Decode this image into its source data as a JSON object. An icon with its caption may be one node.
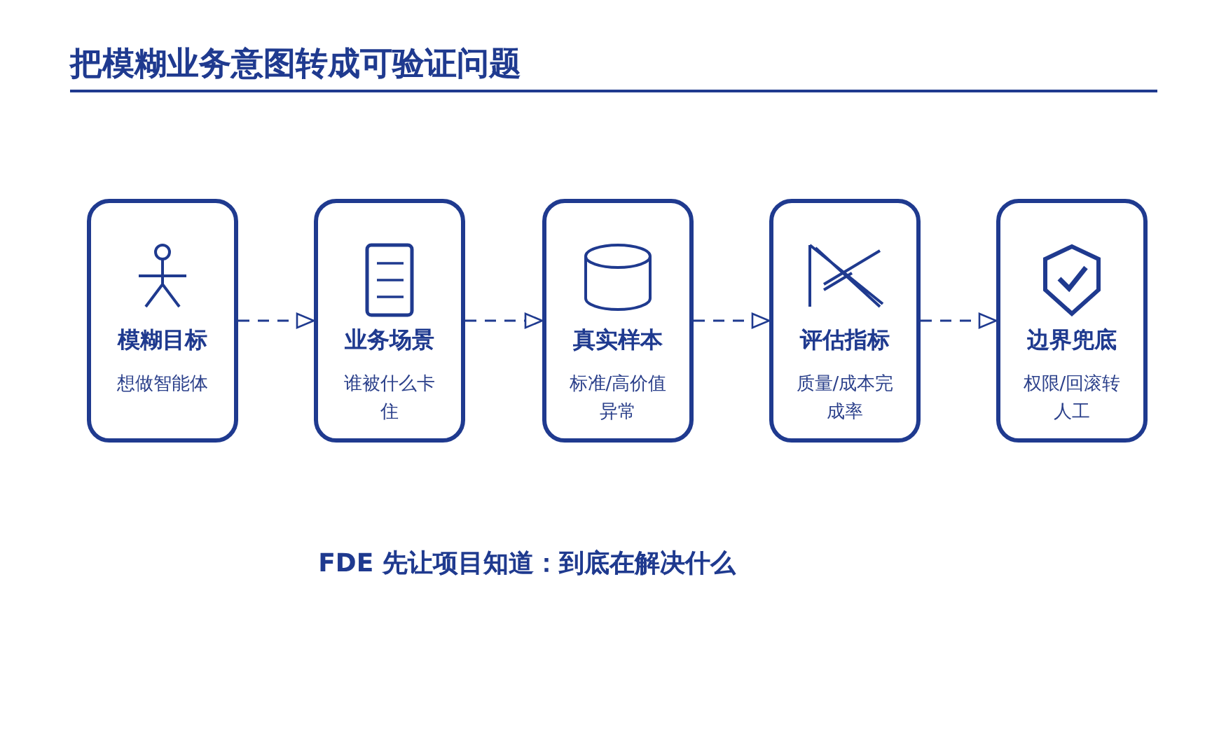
{
  "diagram": {
    "title": "把模糊业务意图转成可验证问题",
    "nodes": [
      {
        "text": [
          "模糊目标",
          "想做智能体"
        ]
      },
      {
        "text": [
          "业务场景",
          "谁被什么卡住"
        ]
      },
      {
        "text": [
          "真实样本",
          "标准/高价值异常"
        ]
      },
      {
        "text": [
          "评估指标",
          "质量/成本完成率"
        ]
      },
      {
        "text": [
          "边界兜底",
          "权限/回滚转人工"
        ]
      }
    ],
    "edges": [
      {
        "from": 0,
        "to": 1,
        "arrow": "to"
      },
      {
        "from": 1,
        "to": 2,
        "arrow": "to"
      },
      {
        "from": 2,
        "to": 3,
        "arrow": "to"
      },
      {
        "from": 3,
        "to": 4,
        "arrow": "to"
      }
    ],
    "labels": [
      "FDE 先让项目知道：到底在解决什么"
    ]
  }
}
